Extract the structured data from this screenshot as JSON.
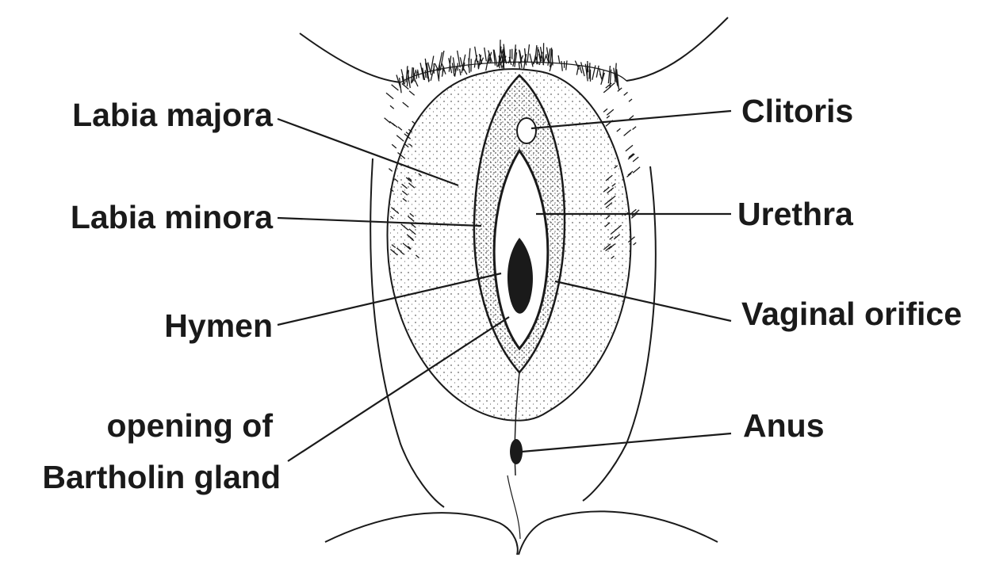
{
  "diagram": {
    "labels_left": {
      "labia_majora": "Labia majora",
      "labia_minora": "Labia minora",
      "hymen": "Hymen",
      "bartholin_line1": "opening of",
      "bartholin_line2": "Bartholin gland"
    },
    "labels_right": {
      "clitoris": "Clitoris",
      "urethra": "Urethra",
      "vaginal_orifice": "Vaginal orifice",
      "anus": "Anus"
    }
  },
  "colors": {
    "ink": "#1a1a1a",
    "background": "#ffffff"
  }
}
